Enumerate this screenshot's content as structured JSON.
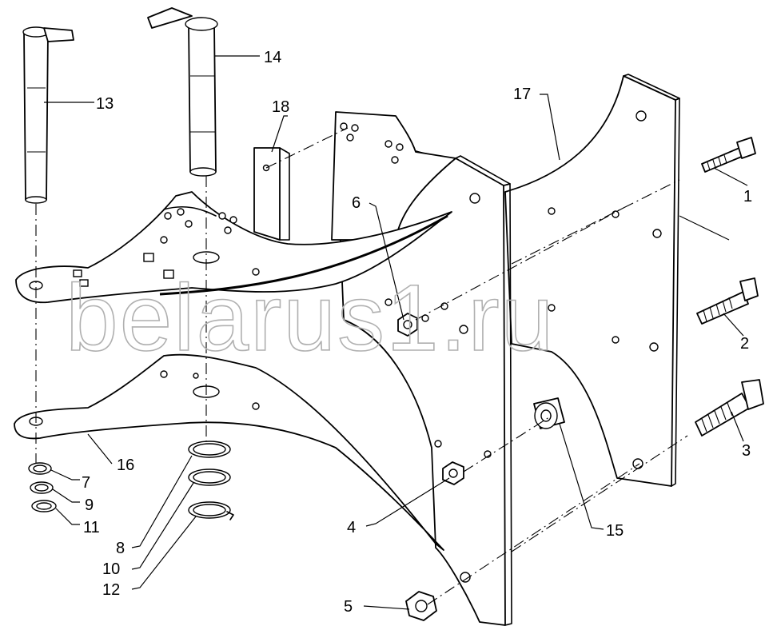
{
  "watermark": "belarus1.ru",
  "callouts": [
    {
      "id": "1",
      "label": "1"
    },
    {
      "id": "2",
      "label": "2"
    },
    {
      "id": "3",
      "label": "3"
    },
    {
      "id": "4",
      "label": "4"
    },
    {
      "id": "5",
      "label": "5"
    },
    {
      "id": "6",
      "label": "6"
    },
    {
      "id": "7",
      "label": "7"
    },
    {
      "id": "8",
      "label": "8"
    },
    {
      "id": "9",
      "label": "9"
    },
    {
      "id": "10",
      "label": "10"
    },
    {
      "id": "11",
      "label": "11"
    },
    {
      "id": "12",
      "label": "12"
    },
    {
      "id": "13",
      "label": "13"
    },
    {
      "id": "14",
      "label": "14"
    },
    {
      "id": "15",
      "label": "15"
    },
    {
      "id": "16",
      "label": "16"
    },
    {
      "id": "17",
      "label": "17"
    },
    {
      "id": "18",
      "label": "18"
    }
  ]
}
